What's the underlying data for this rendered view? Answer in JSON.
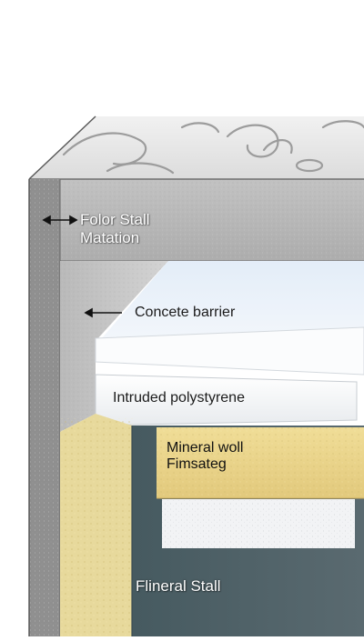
{
  "labels": {
    "floor_stall": {
      "line1": "Folor Stall",
      "line2": "Matation"
    },
    "concrete_barrier": "Concete barrier",
    "extruded_polystyrene": "Intruded polystyrene",
    "mineral_wool": {
      "line1": "Mineral woll",
      "line2": "Fimsateg"
    },
    "mineral_stall": "Flineral Stall"
  },
  "colors": {
    "concrete_top": "#e9e9e9",
    "concrete_face": "#b4b4b4",
    "wall_edge": "#8a8a8a",
    "foam_white": "#f4f6f9",
    "mineral_wool": "#e9d48f",
    "insulation_yellow": "#e8dca0",
    "dark_panel": "#4f6066"
  }
}
